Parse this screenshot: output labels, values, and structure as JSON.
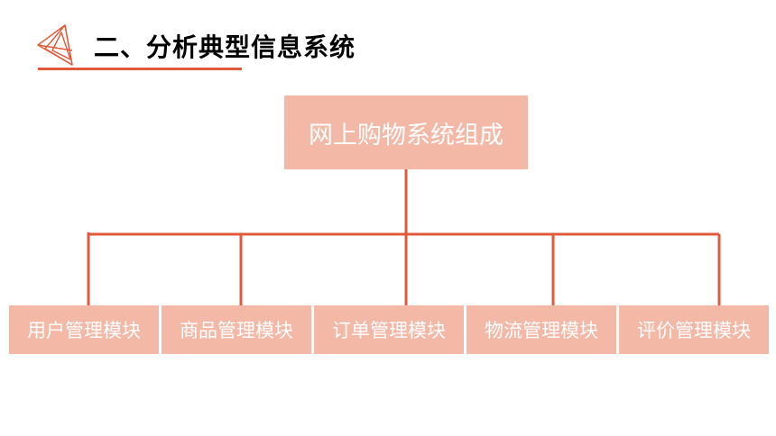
{
  "header": {
    "title": "二、分析典型信息系统",
    "icon": "triangle-outline-icon",
    "accent_color": "#e05a3a"
  },
  "diagram": {
    "root": {
      "label": "网上购物系统组成"
    },
    "children": [
      {
        "label": "用户管理模块"
      },
      {
        "label": "商品管理模块"
      },
      {
        "label": "订单管理模块"
      },
      {
        "label": "物流管理模块"
      },
      {
        "label": "评价管理模块"
      }
    ],
    "box_color": "#f4b8a6",
    "line_color": "#e05a3a",
    "text_color": "#ffffff"
  }
}
